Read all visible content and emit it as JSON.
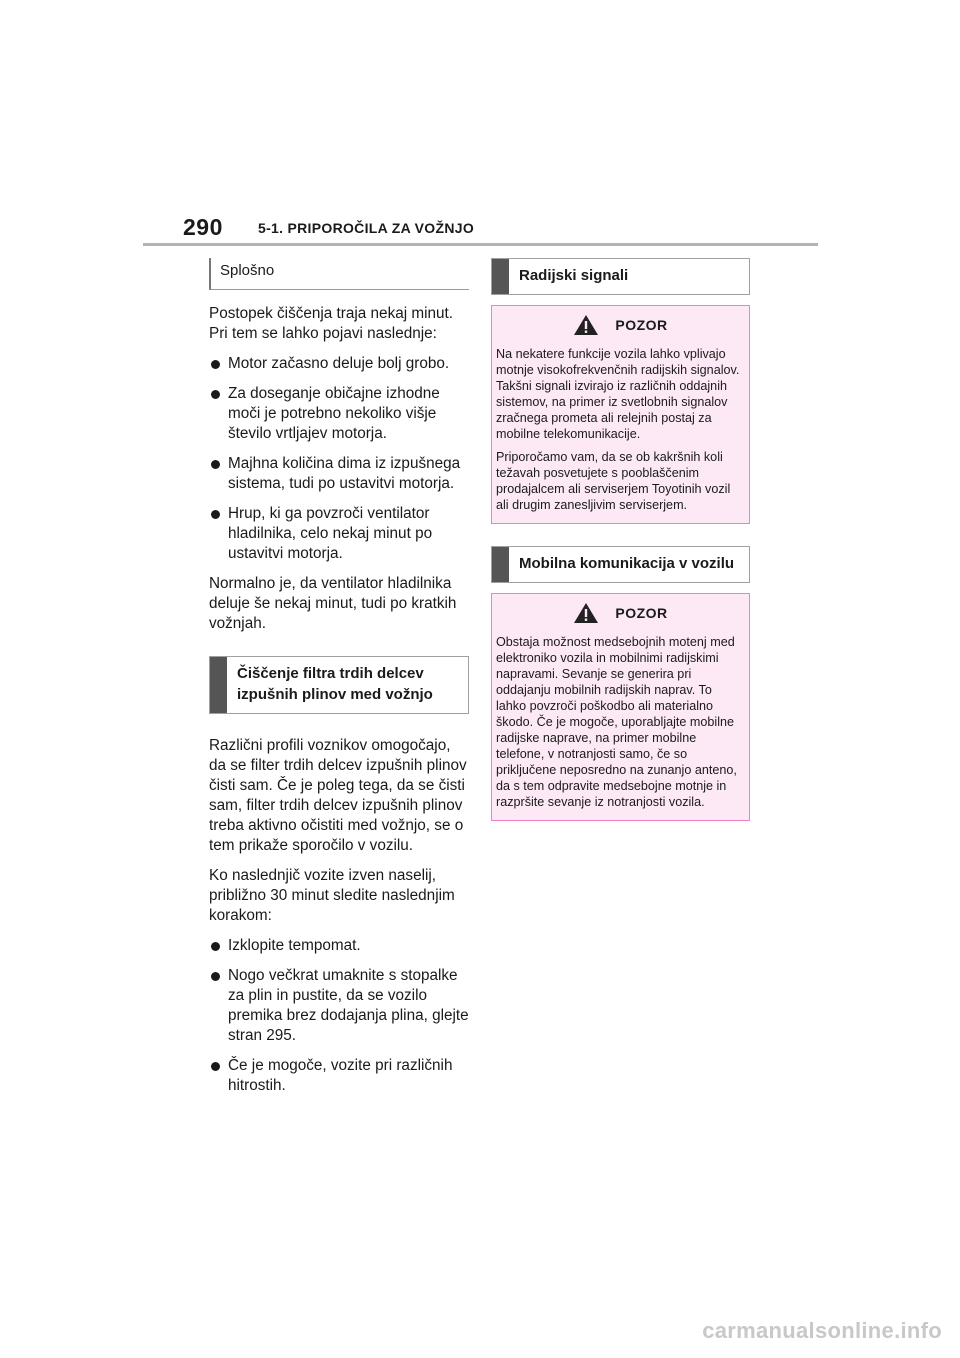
{
  "header": {
    "page_number": "290",
    "section": "5-1. PRIPOROČILA ZA VOŽNJO"
  },
  "left": {
    "heading_general": "Splošno",
    "para1": "Postopek čiščenja traja nekaj minut. Pri tem se lahko pojavi naslednje:",
    "bullets1": [
      "Motor začasno deluje bolj grobo.",
      "Za doseganje običajne izhodne moči je potrebno nekoliko višje število vrtljajev motorja.",
      "Majhna količina dima iz izpušnega sistema, tudi po ustavitvi motorja.",
      "Hrup, ki ga povzroči ventilator hladilnika, celo nekaj minut po ustavitvi motorja."
    ],
    "para2": "Normalno je, da ventilator hladilnika deluje še nekaj minut, tudi po kratkih vožnjah.",
    "heading_filter": "Čiščenje filtra trdih delcev izpušnih plinov med vožnjo",
    "para3": "Različni profili voznikov omogočajo, da se filter trdih delcev izpušnih plinov čisti sam. Če je poleg tega, da se čisti sam, filter trdih delcev izpušnih plinov treba aktivno očistiti med vožnjo, se o tem prikaže sporočilo v vozilu.",
    "para4": "Ko naslednjič vozite izven naselij, približno 30 minut sledite naslednjim korakom:",
    "bullets2": [
      "Izklopite tempomat.",
      "Nogo večkrat umaknite s stopalke za plin in pustite, da se vozilo premika brez dodajanja plina, glejte stran 295.",
      "Če je mogoče, vozite pri različnih hitrostih."
    ]
  },
  "right": {
    "heading_radio": "Radijski signali",
    "warning1": {
      "title": "POZOR",
      "p1": "Na nekatere funkcije vozila lahko vplivajo motnje visokofrekvenčnih radijskih signalov. Takšni signali izvirajo iz različnih oddajnih sistemov, na primer iz svetlobnih signalov zračnega prometa ali relejnih postaj za mobilne telekomunikacije.",
      "p2": "Priporočamo vam, da se ob kakršnih koli težavah posvetujete s pooblaščenim prodajalcem ali serviserjem Toyotinih vozil ali drugim zanesljivim serviserjem."
    },
    "heading_mobile": "Mobilna komunikacija v vozilu",
    "warning2": {
      "title": "POZOR",
      "p1": "Obstaja možnost medsebojnih motenj med elektroniko vozila in mobilnimi radijskimi napravami. Sevanje se generira pri oddajanju mobilnih radijskih naprav. To lahko povzroči poškodbo ali materialno škodo. Če je mogoče, uporabljajte mobilne radijske naprave, na primer mobilne telefone, v notranjosti samo, če so priključene neposredno na zunanjo anteno, da s tem odpravite medsebojne motnje in razpršite sevanje iz notranjosti vozila."
    }
  },
  "footer": {
    "watermark": "carmanualsonline.info"
  },
  "colors": {
    "warning_bg": "#fde9f6",
    "warning_border": "#f07ec8",
    "heading_bar": "#555555"
  }
}
